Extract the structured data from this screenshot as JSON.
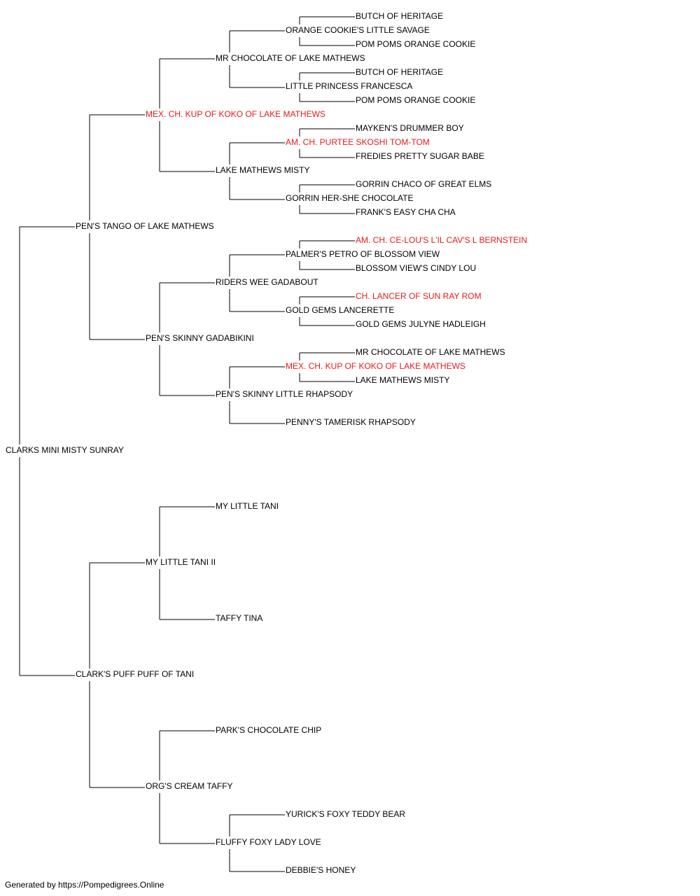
{
  "colors": {
    "text": "#000000",
    "highlight": "#e8191a",
    "line": "#000000"
  },
  "footer": "Generated by https://Pompedigrees.Online",
  "pedigree": {
    "name": "CLARKS MINI MISTY SUNRAY",
    "red": false,
    "sire": {
      "name": "PEN'S TANGO OF LAKE MATHEWS",
      "red": false,
      "sire": {
        "name": "MEX. CH. KUP OF KOKO OF LAKE MATHEWS",
        "red": true,
        "sire": {
          "name": "MR CHOCOLATE OF LAKE MATHEWS",
          "red": false,
          "sire": {
            "name": "ORANGE COOKIE'S LITTLE SAVAGE",
            "red": false,
            "sire": {
              "name": "BUTCH OF HERITAGE",
              "red": false
            },
            "dam": {
              "name": "POM POMS ORANGE COOKIE",
              "red": false
            }
          },
          "dam": {
            "name": "LITTLE PRINCESS FRANCESCA",
            "red": false,
            "sire": {
              "name": "BUTCH OF HERITAGE",
              "red": false
            },
            "dam": {
              "name": "POM POMS ORANGE COOKIE",
              "red": false
            }
          }
        },
        "dam": {
          "name": "LAKE MATHEWS MISTY",
          "red": false,
          "sire": {
            "name": "AM. CH. PURTEE SKOSHI TOM-TOM",
            "red": true,
            "sire": {
              "name": "MAYKEN'S DRUMMER BOY",
              "red": false
            },
            "dam": {
              "name": "FREDIES PRETTY SUGAR BABE",
              "red": false
            }
          },
          "dam": {
            "name": "GORRIN HER-SHE CHOCOLATE",
            "red": false,
            "sire": {
              "name": "GORRIN CHACO OF GREAT ELMS",
              "red": false
            },
            "dam": {
              "name": "FRANK'S EASY CHA CHA",
              "red": false
            }
          }
        }
      },
      "dam": {
        "name": "PEN'S SKINNY GADABIKINI",
        "red": false,
        "sire": {
          "name": "RIDERS WEE GADABOUT",
          "red": false,
          "sire": {
            "name": "PALMER'S PETRO OF BLOSSOM VIEW",
            "red": false,
            "sire": {
              "name": "AM. CH. CE-LOU'S L'IL CAV'S L BERNSTEIN",
              "red": true
            },
            "dam": {
              "name": "BLOSSOM VIEW'S CINDY LOU",
              "red": false
            }
          },
          "dam": {
            "name": "GOLD GEMS LANCERETTE",
            "red": false,
            "sire": {
              "name": "CH. LANCER OF SUN RAY ROM",
              "red": true
            },
            "dam": {
              "name": "GOLD GEMS JULYNE HADLEIGH",
              "red": false
            }
          }
        },
        "dam": {
          "name": "PEN'S SKINNY LITTLE RHAPSODY",
          "red": false,
          "sire": {
            "name": "MEX. CH. KUP OF KOKO OF LAKE MATHEWS",
            "red": true,
            "sire": {
              "name": "MR CHOCOLATE OF LAKE MATHEWS",
              "red": false
            },
            "dam": {
              "name": "LAKE MATHEWS MISTY",
              "red": false
            }
          },
          "dam": {
            "name": "PENNY'S TAMERISK RHAPSODY",
            "red": false
          }
        }
      }
    },
    "dam": {
      "name": "CLARK'S PUFF PUFF OF TANI",
      "red": false,
      "sire": {
        "name": "MY LITTLE TANI II",
        "red": false,
        "sire": {
          "name": "MY LITTLE TANI",
          "red": false
        },
        "dam": {
          "name": "TAFFY TINA",
          "red": false
        }
      },
      "dam": {
        "name": "ORG'S CREAM TAFFY",
        "red": false,
        "sire": {
          "name": "PARK'S CHOCOLATE CHIP",
          "red": false
        },
        "dam": {
          "name": "FLUFFY FOXY LADY LOVE",
          "red": false,
          "sire": {
            "name": "YURICK'S FOXY TEDDY BEAR",
            "red": false
          },
          "dam": {
            "name": "DEBBIE'S HONEY",
            "red": false
          }
        }
      }
    }
  }
}
